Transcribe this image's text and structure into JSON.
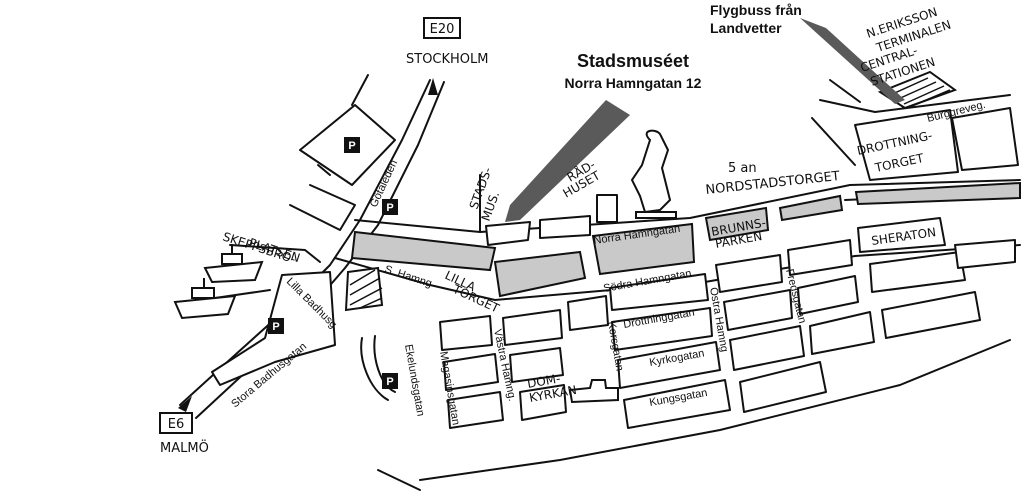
{
  "museum": {
    "name": "Stadsmuséet",
    "address": "Norra Hamngatan 12"
  },
  "airport_bus": {
    "line1": "Flygbuss från",
    "line2": "Landvetter"
  },
  "highways": {
    "north": {
      "shield": "E20",
      "city": "STOCKHOLM"
    },
    "south": {
      "shield": "E6",
      "city": "MALMÖ"
    }
  },
  "terminal": {
    "line1": "N.ERIKSSON",
    "line2": "TERMINALEN",
    "line3": "CENTRAL-",
    "line4": "STATIONEN"
  },
  "places": {
    "skeppsbron1": "SKEPPSBRO-",
    "skeppsbron2": "PLATSEN",
    "stadsmuseet1": "STADS-",
    "stadsmuseet2": "MUS.",
    "radhuset1": "RÅD-",
    "radhuset2": "HUSET",
    "femman": "5 an",
    "nordstadstorget": "NORDSTADSTORGET",
    "drottningtorget1": "DROTTNING-",
    "drottningtorget2": "TORGET",
    "brunnsparken1": "BRUNNS-",
    "brunnsparken2": "PARKEN",
    "sheraton": "SHERATON",
    "lillatorget1": "LILLA",
    "lillatorget2": "TORGET",
    "domkyrkan1": "DOM-",
    "domkyrkan2": "KYRKAN"
  },
  "streets": {
    "burggreve": "Burggreveg.",
    "gotaleden": "Götaleden",
    "norra_hamngatan": "Norra Hamngatan",
    "sodra_hamngatan": "Södra Hamngatan",
    "s_hamng": "S. Hamng",
    "lilla_badhusg": "Lilla Badhusg.",
    "stora_badhusgatan": "Stora Badhusgatan",
    "ekelundsgatan": "Ekelundsgatan",
    "magasinsgatan": "Magasinsgatan",
    "vastra_hamng": "Västra Hamng.",
    "korsgatan": "Korsgatan",
    "drottninggatan": "Drottninggatan",
    "kyrkogatan": "Kyrkogatan",
    "kungsgatan": "Kungsgatan",
    "ostra_hamng": "Östra Hamng",
    "fredsgatan": "Fredsgatan"
  },
  "parking_label": "P",
  "colors": {
    "ink": "#111111",
    "highlight": "#c9c9c9",
    "arrow": "#5a5a5a"
  }
}
